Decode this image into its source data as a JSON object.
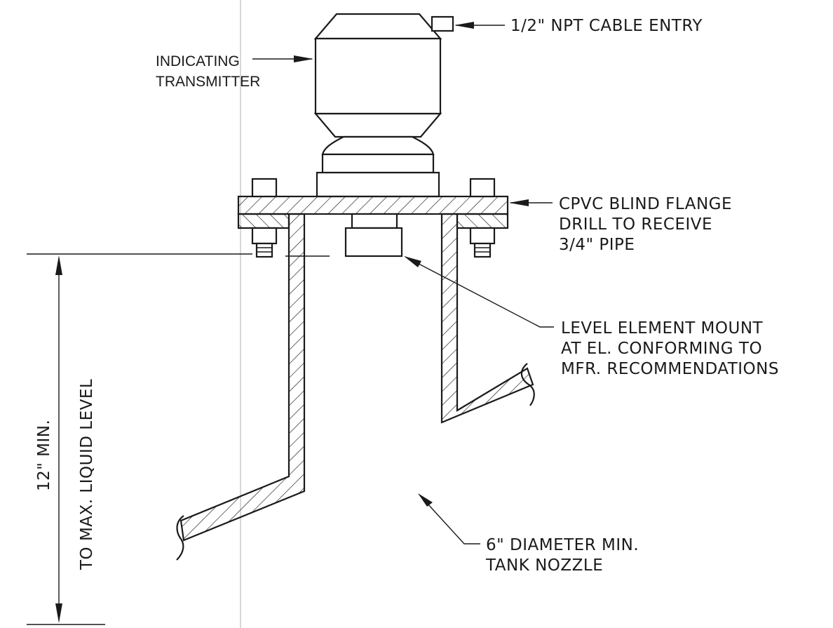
{
  "labels": {
    "cable_entry": "1/2\" NPT CABLE ENTRY",
    "transmitter_line1": "INDICATING",
    "transmitter_line2": "TRANSMITTER",
    "flange_line1": "CPVC BLIND FLANGE",
    "flange_line2": "DRILL TO RECEIVE",
    "flange_line3": "3/4\" PIPE",
    "level_line1": "LEVEL ELEMENT MOUNT",
    "level_line2": "AT EL. CONFORMING TO",
    "level_line3": "MFR. RECOMMENDATIONS",
    "nozzle_line1": "6\" DIAMETER MIN.",
    "nozzle_line2": "TANK NOZZLE",
    "dim_line1": "12\" MIN.",
    "dim_line2": "TO MAX. LIQUID LEVEL"
  },
  "colors": {
    "ink": "#1a1a1a",
    "background": "#ffffff",
    "guide_line": "#bdbdbd"
  }
}
